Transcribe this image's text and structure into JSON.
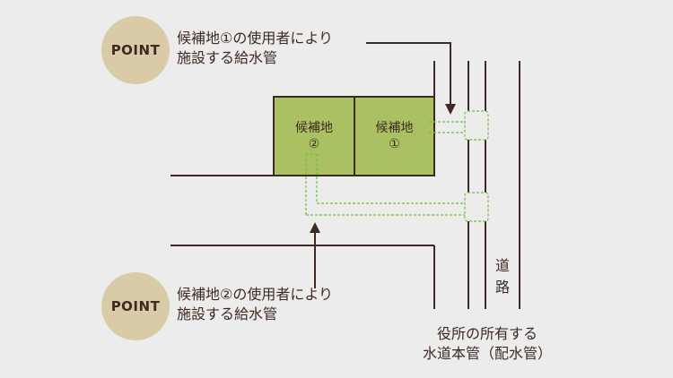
{
  "point1": {
    "badge": "POINT",
    "line1": "候補地①の使用者により",
    "line2": "施設する給水管"
  },
  "point2": {
    "badge": "POINT",
    "line1": "候補地②の使用者により",
    "line2": "施設する給水管"
  },
  "plots": [
    {
      "line1": "候補地",
      "line2": "②"
    },
    {
      "line1": "候補地",
      "line2": "①"
    }
  ],
  "road": {
    "char1": "道",
    "char2": "路"
  },
  "main_pipe": {
    "line1": "役所の所有する",
    "line2": "水道本管（配水管）"
  },
  "colors": {
    "background": "#ececec",
    "badge": "#d8cba6",
    "plot_fill": "#a9c162",
    "line": "#3e2a22",
    "pipe_dash": "#6fbf3f"
  }
}
